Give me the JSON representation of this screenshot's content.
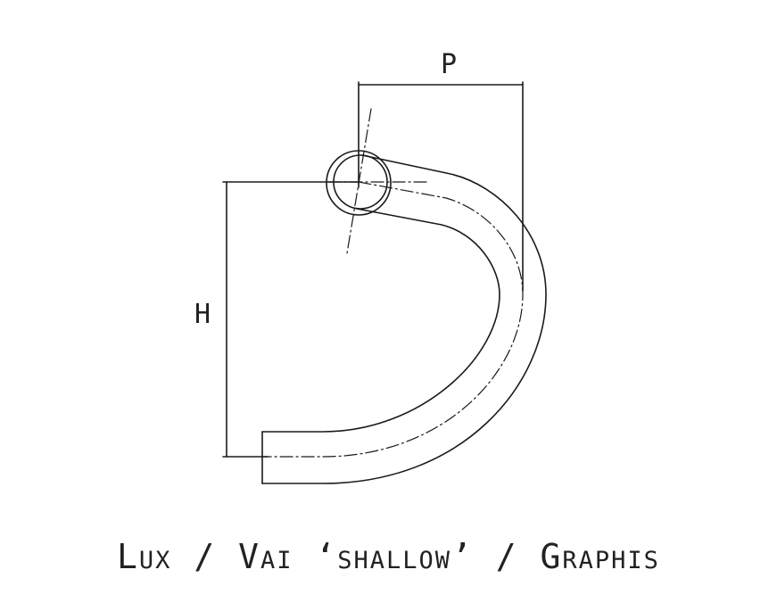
{
  "diagram": {
    "dimension_p": "P",
    "dimension_h": "H",
    "caption": "Lux / Vai ‘shallow’ / Graphis",
    "line_color": "#1a1a1a"
  }
}
